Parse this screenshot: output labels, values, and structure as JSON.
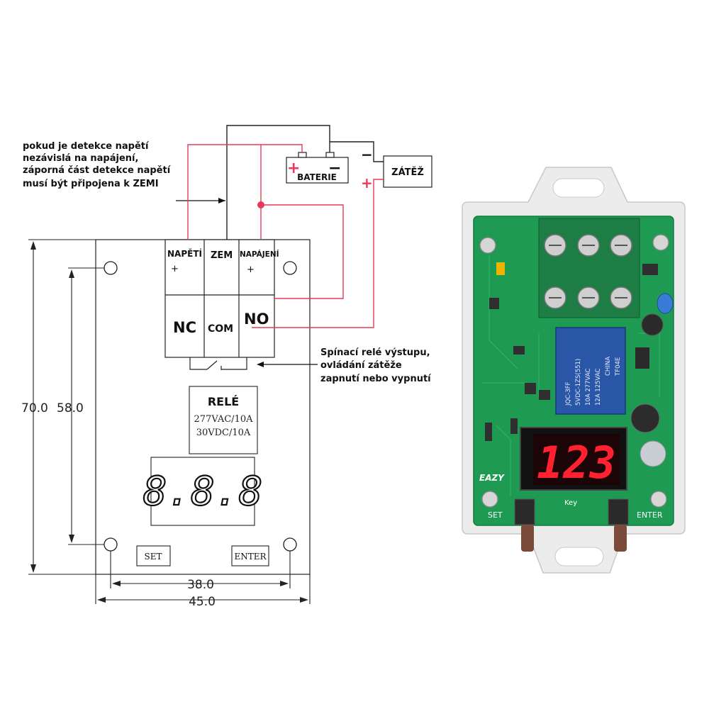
{
  "annotations": {
    "ground_note": [
      "pokud je detekce napětí",
      "nezávislá na napájení,",
      "záporná část detekce napětí",
      "musí být připojena k ZEMI"
    ],
    "relay_note": [
      "Spínací relé výstupu,",
      "ovládání zátěže",
      "zapnutí nebo vypnutí"
    ]
  },
  "components": {
    "battery": {
      "label": "BATERIE",
      "plus": "+",
      "minus": "−"
    },
    "load": {
      "label": "ZÁTĚŽ",
      "plus": "+",
      "minus": "−"
    }
  },
  "terminals": {
    "top": [
      {
        "label": "NAPĚTÍ",
        "sign": "+"
      },
      {
        "label": "ZEM",
        "sign": ""
      },
      {
        "label": "NAPÁJENÍ",
        "sign": "+"
      }
    ],
    "bottom": [
      "NC",
      "COM",
      "NO"
    ]
  },
  "relay_box": {
    "title": "RELÉ",
    "ratings": [
      "277VAC/10A",
      "30VDC/10A"
    ]
  },
  "display": {
    "digits": "8.8.8"
  },
  "buttons": {
    "set": "SET",
    "enter": "ENTER"
  },
  "dimensions": {
    "outer_height": "70.0",
    "inner_height": "58.0",
    "hole_spacing": "38.0",
    "outer_width": "45.0"
  },
  "photo": {
    "display_value": "123",
    "relay_print": [
      "JQC-3FF",
      "5VDC-1ZS(551)",
      "10A 277VAC",
      "12A 125VAC",
      "CHINA",
      "TF04E"
    ],
    "pcb_labels": {
      "key": "Key",
      "set": "SET",
      "enter": "ENTER",
      "brand": "EAZY"
    }
  },
  "colors": {
    "wire_red": "#e8395a",
    "wire_black": "#222222",
    "pcb_green": "#1f9a52",
    "case_white": "#ececec",
    "led_red": "#ff2030"
  }
}
